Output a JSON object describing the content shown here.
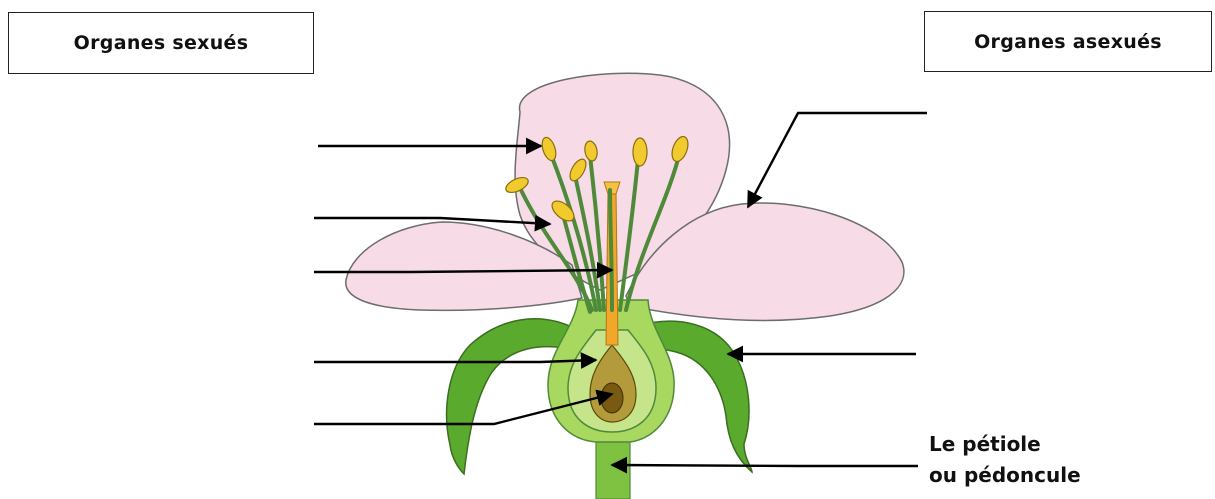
{
  "boxes": {
    "sexual_organs": "Organes sexués",
    "asexual_organs": "Organes asexués"
  },
  "labels": {
    "peduncle_line1": "Le pétiole",
    "peduncle_line2": "ou pédoncule"
  },
  "colors": {
    "petal": "#f7dbe6",
    "petal_outline": "#6d6d6d",
    "sepal": "#5aaa2e",
    "filament": "#4e8a3a",
    "anther": "#f1cb2d",
    "pistil": "#f0a72a",
    "receptacle": "#a9d860",
    "ovule": "#7a5a10",
    "arrow": "#000000"
  }
}
